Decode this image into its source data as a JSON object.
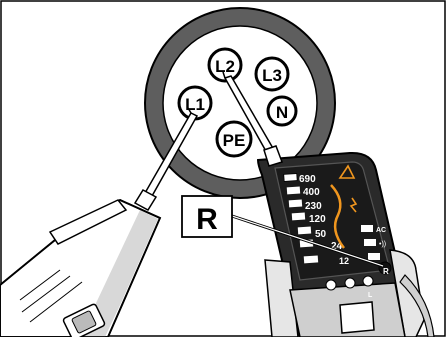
{
  "socket": {
    "terminals": {
      "l1": "L1",
      "l2": "L2",
      "l3": "L3",
      "n": "N",
      "pe": "PE"
    }
  },
  "callout": {
    "letter": "R"
  },
  "tester": {
    "scale": [
      "690",
      "400",
      "230",
      "120",
      "50",
      "24",
      "12"
    ],
    "ac_label": "AC",
    "button_labels": [
      "L",
      "R"
    ]
  },
  "colors": {
    "socket_ring": "#606060",
    "tester_body": "#2a2a2a",
    "accent_orange": "#f0961e",
    "outline": "#000000"
  }
}
